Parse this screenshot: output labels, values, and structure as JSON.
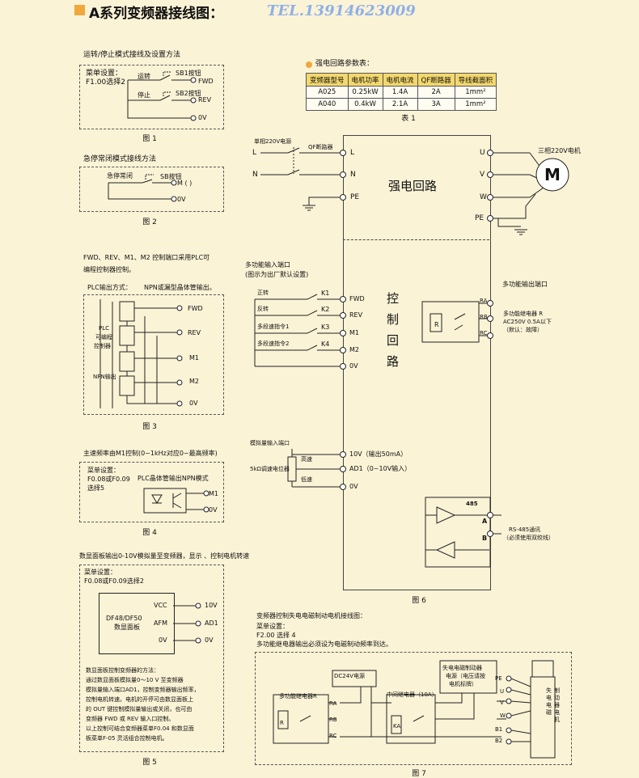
{
  "header": {
    "title": "A系列变频器接线图：",
    "tel": "TEL.13914623009",
    "accent": "#f0a83c"
  },
  "fig1": {
    "heading": "运转/停止模式接线及设置方法",
    "menu1": "菜单设置：",
    "menu2": "F1.00选择2",
    "run": "运转",
    "stop": "停止",
    "sb1": "SB1按钮",
    "sb2": "SB2按钮",
    "fwd": "FWD",
    "rev": "REV",
    "zero": "0V",
    "caption": "图  1"
  },
  "fig2": {
    "heading": "急停常闭模式接线方法",
    "estop": "急停常闭",
    "sb": "SB按钮",
    "m": "M ( )",
    "zero": "0V",
    "caption": "图  2"
  },
  "fig3": {
    "heading1": "FWD、REV、M1、M2 控制端口采用PLC可",
    "heading2": "编程控制器控制。",
    "plc_mode": "PLC输出方式：",
    "npn": "NPN或漏型晶体管输出。",
    "plc_label": [
      "PLC",
      "可编程",
      "控制器"
    ],
    "npn_out": "NPN输出",
    "terminals": [
      "FWD",
      "REV",
      "M1",
      "M2",
      "0V"
    ],
    "caption": "图  3"
  },
  "fig4": {
    "heading": "主速频率由M1控制(0~1kHz对应0~最高频率)",
    "menu1": "菜单设置：",
    "menu2": "F0.08或F0.09",
    "menu3": "选择5",
    "plc": "PLC晶体管输出NPN模式",
    "m1": "M1",
    "zero": "0V",
    "caption": "图  4"
  },
  "fig5": {
    "heading": "数显面板输出0-10V模拟量至变频器，显示 、控制电机转速",
    "menu1": "菜单设置：",
    "menu2": "F0.08或F0.09选择2",
    "panel1": "DF48/DF50",
    "panel2": "数显面板",
    "pins": [
      "VCC",
      "AFM",
      "0V"
    ],
    "out": [
      "10V",
      "AD1",
      "0V"
    ],
    "desc": [
      "数显面板控制变频器的方法：",
      "通过数显面板模拟量0～10 V 至变频器",
      "模拟量输入端口AD1，控制变频器输出频率，",
      "控制电机转速。电机的开停可由数显面板上",
      "的 OUT 键控制模拟量输出或关闭，也可由",
      "变频器 FWD 或 REV 输入口控制。",
      "以上控制可结合变频器菜单F0.04 和数显面",
      "板菜单F-05 灵活组合控制电机。"
    ],
    "caption": "图  5"
  },
  "table1": {
    "heading": "强电回路参数表：",
    "headers": [
      "变频器型号",
      "电机功率",
      "电机电流",
      "QF断路器",
      "导线截面积"
    ],
    "rows": [
      [
        "A025",
        "0.25kW",
        "1.4A",
        "2A",
        "1mm²"
      ],
      [
        "A040",
        "0.4kW",
        "2.1A",
        "3A",
        "1mm²"
      ]
    ],
    "caption": "表  1"
  },
  "fig6": {
    "supply": "单相220V电源",
    "qf": "QF断路器",
    "in_terms": [
      "L",
      "N",
      "PE"
    ],
    "out_terms": [
      "U",
      "V",
      "W",
      "PE"
    ],
    "motor": "三相220V电机",
    "m": "M",
    "power": "强电回路",
    "control": [
      "控",
      "制",
      "回",
      "路"
    ],
    "multi_in1": "多功能输入端口",
    "multi_in2": "(图示为出厂默认设置)",
    "inputs": [
      {
        "label": "正转",
        "k": "K1",
        "term": "FWD"
      },
      {
        "label": "反转",
        "k": "K2",
        "term": "REV"
      },
      {
        "label": "多段速指令1",
        "k": "K3",
        "term": "M1"
      },
      {
        "label": "多段速指令2",
        "k": "K4",
        "term": "M2"
      }
    ],
    "zero": "0V",
    "multi_out": "多功能输出端口",
    "relay_terms": [
      "RA",
      "RB",
      "RC"
    ],
    "relay_r": "R",
    "relay_desc": [
      "多功能继电器 R",
      "AC250V 0.5A以下",
      "（默认：故障）"
    ],
    "analog_in": "模拟量输入端口",
    "pot": "5kΩ调速电位器",
    "high": "高速",
    "low": "低速",
    "a10v": "10V（输出50mA）",
    "ad1": "AD1（0~10V输入）",
    "a0v": "0V",
    "rs485": "485",
    "ab": [
      "A",
      "B"
    ],
    "rs485_desc1": "RS-485通讯",
    "rs485_desc2": "（必须使用双绞线）",
    "caption": "图  6"
  },
  "fig7": {
    "heading": "变频器控制失电电磁制动电机接线图：",
    "menu1": "菜单设置：",
    "menu2": "F2.00 选择 4",
    "menu3": "多功能继电器输出必须设为电磁制动频率到达。",
    "relay": "多功能继电器R",
    "ra": "RA",
    "rb": "RB",
    "rc": "RC",
    "r": "R",
    "dc24": "DC24V电源",
    "mid_relay": "中间继电器（10A）",
    "ka": "KA",
    "brake_supply": [
      "失电电磁制动器",
      "电源（电压请按",
      "电机标牌）"
    ],
    "motor_terms": [
      "PE",
      "U",
      "V",
      "W",
      "B1",
      "B2"
    ],
    "motor_label": [
      "失电电磁",
      "制动器电机"
    ],
    "caption": "图  7"
  }
}
